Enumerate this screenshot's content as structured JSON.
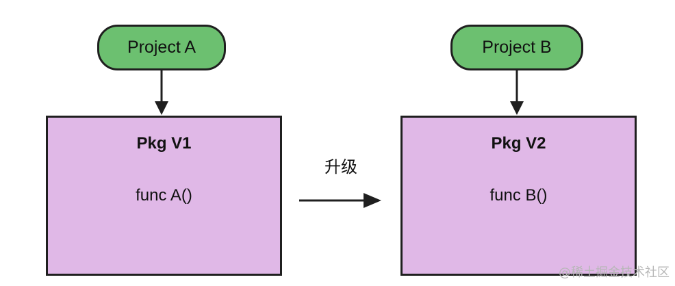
{
  "diagram": {
    "left": {
      "project_label": "Project A",
      "package_title": "Pkg V1",
      "function_label": "func A()"
    },
    "right": {
      "project_label": "Project B",
      "package_title": "Pkg V2",
      "function_label": "func B()"
    },
    "transition_label": "升级"
  },
  "watermark": "@稀土掘金技术社区",
  "colors": {
    "project_fill": "#6cc070",
    "package_fill": "#e0b8e7",
    "stroke": "#1f1f1f",
    "background": "#ffffff"
  }
}
